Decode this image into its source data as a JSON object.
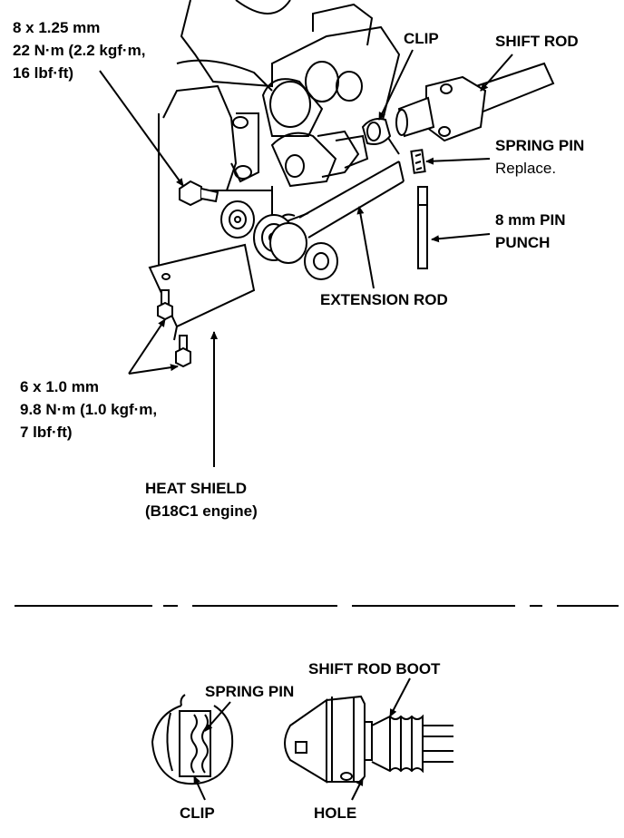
{
  "upper": {
    "bolt_top": {
      "size": "8 x 1.25 mm",
      "torque_line1": "22 N·m (2.2 kgf·m,",
      "torque_line2": "16 lbf·ft)"
    },
    "clip": "CLIP",
    "shift_rod": "SHIFT ROD",
    "spring_pin": "SPRING PIN",
    "spring_pin_note": "Replace.",
    "pin_punch_line1": "8 mm PIN",
    "pin_punch_line2": "PUNCH",
    "extension_rod": "EXTENSION ROD",
    "bolt_bottom": {
      "size": "6 x 1.0 mm",
      "torque_line1": "9.8 N·m (1.0 kgf·m,",
      "torque_line2": "7 lbf·ft)"
    },
    "heat_shield_line1": "HEAT SHIELD",
    "heat_shield_line2": "(B18C1 engine)"
  },
  "lower": {
    "shift_rod_boot": "SHIFT ROD BOOT",
    "spring_pin": "SPRING PIN",
    "clip": "CLIP",
    "hole": "HOLE"
  }
}
